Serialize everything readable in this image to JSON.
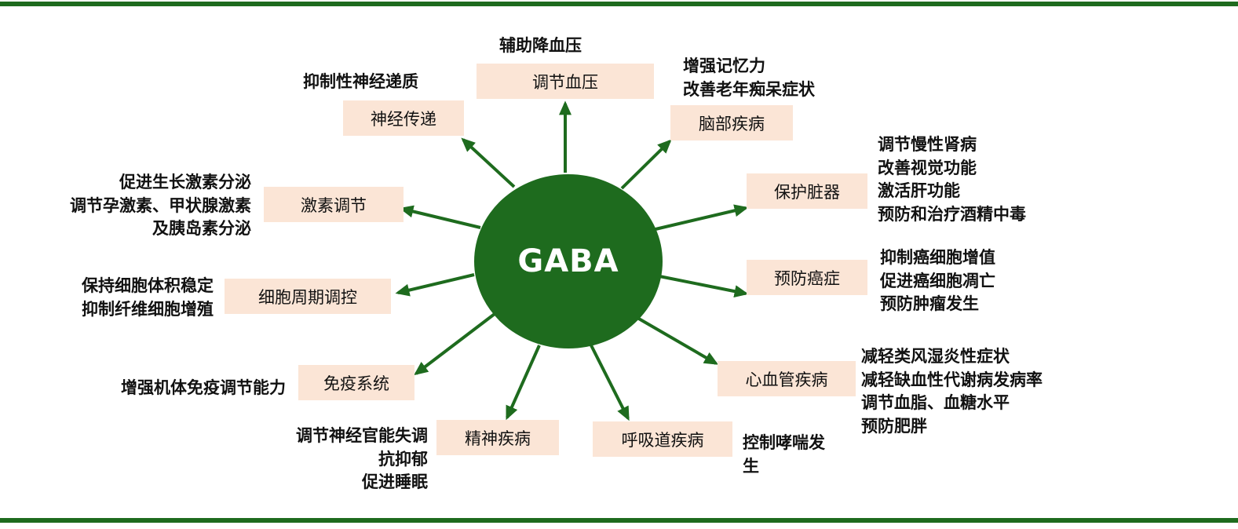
{
  "hub": {
    "label": "GABA"
  },
  "colors": {
    "green": "#1e6b1e",
    "box_fill": "#fbe5d6"
  },
  "nodes": [
    {
      "id": "blood-pressure",
      "label": "调节血压",
      "details": [
        "辅助降血压"
      ]
    },
    {
      "id": "brain",
      "label": "脑部疾病",
      "details": [
        "增强记忆力",
        "改善老年痴呆症状"
      ]
    },
    {
      "id": "organs",
      "label": "保护脏器",
      "details": [
        "调节慢性肾病",
        "改善视觉功能",
        "激活肝功能",
        "预防和治疗酒精中毒"
      ]
    },
    {
      "id": "cancer",
      "label": "预防癌症",
      "details": [
        "抑制癌细胞增值",
        "促进癌细胞凋亡",
        "预防肿瘤发生"
      ]
    },
    {
      "id": "cardio",
      "label": "心血管疾病",
      "details": [
        "减轻类风湿炎性症状",
        "减轻缺血性代谢病发病率",
        "调节血脂、血糖水平",
        "预防肥胖"
      ]
    },
    {
      "id": "respiratory",
      "label": "呼吸道疾病",
      "details": [
        "控制哮喘发",
        "生"
      ]
    },
    {
      "id": "mental",
      "label": "精神疾病",
      "details": [
        "调节神经官能失调",
        "抗抑郁",
        "促进睡眠"
      ]
    },
    {
      "id": "immune",
      "label": "免疫系统",
      "details": [
        "增强机体免疫调节能力"
      ]
    },
    {
      "id": "cell-cycle",
      "label": "细胞周期调控",
      "details": [
        "保持细胞体积稳定",
        "抑制纤维细胞增殖"
      ]
    },
    {
      "id": "hormone",
      "label": "激素调节",
      "details": [
        "促进生长激素分泌",
        "调节孕激素、甲状腺激素",
        "及胰岛素分泌"
      ]
    },
    {
      "id": "neuro",
      "label": "神经传递",
      "details": [
        "抑制性神经递质"
      ]
    }
  ]
}
